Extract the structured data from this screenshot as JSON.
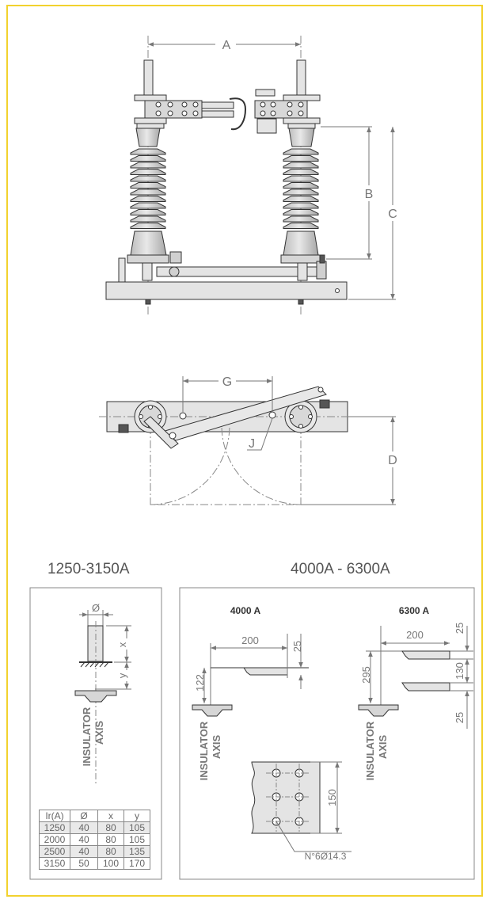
{
  "titles": {
    "left": "1250-3150A",
    "right": "4000A - 6300A"
  },
  "dims": {
    "A": "A",
    "B": "B",
    "C": "C",
    "G": "G",
    "J": "J",
    "D": "D"
  },
  "left_panel": {
    "diameter": "Ø",
    "x": "x",
    "y": "y",
    "axis_line1": "INSULATOR",
    "axis_line2": "AXIS"
  },
  "right_panel": {
    "label_4000": "4000 A",
    "label_6300": "6300 A",
    "d200a": "200",
    "d25a": "25",
    "d122": "122",
    "d200b": "200",
    "d25b": "25",
    "d295": "295",
    "d130": "130",
    "d25c": "25",
    "d150": "150",
    "holes": "N°6Ø14.3",
    "axis_line1": "INSULATOR",
    "axis_line2": "AXIS"
  },
  "table": {
    "headers": [
      "Ir(A)",
      "Ø",
      "x",
      "y"
    ],
    "rows": [
      [
        "1250",
        "40",
        "80",
        "105"
      ],
      [
        "2000",
        "40",
        "80",
        "105"
      ],
      [
        "2500",
        "40",
        "80",
        "135"
      ],
      [
        "3150",
        "50",
        "100",
        "170"
      ]
    ]
  },
  "colors": {
    "frame": "#f2d22e",
    "metal": "#e4e4e4",
    "insulator": "#d6d6d6",
    "line": "#333333",
    "dim": "#777777"
  }
}
